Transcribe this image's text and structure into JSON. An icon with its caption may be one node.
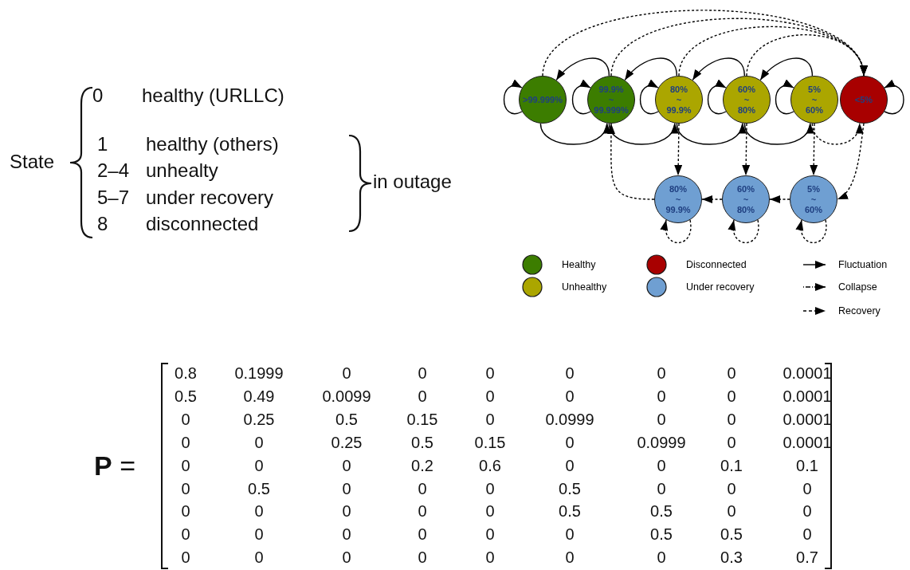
{
  "diagram": {
    "nodes": [
      {
        "text": [
          ">99.999%"
        ]
      },
      {
        "text": [
          "99.9% ~ 99.999%"
        ]
      },
      {
        "text": [
          "80% ~ 99.9%"
        ]
      },
      {
        "text": [
          "60% ~ 80%"
        ]
      },
      {
        "text": [
          "5% ~ 60%"
        ]
      },
      {
        "text": [
          "<5%"
        ]
      },
      {
        "text": [
          "80% ~ 99.9%"
        ]
      },
      {
        "text": [
          "60% ~ 80%"
        ]
      },
      {
        "text": [
          "5% ~ 60%"
        ]
      }
    ],
    "edges": [
      {
        "from": 0,
        "to": 0,
        "arrow": "to"
      },
      {
        "from": 1,
        "to": 1,
        "arrow": "to"
      },
      {
        "from": 2,
        "to": 2,
        "arrow": "to"
      },
      {
        "from": 3,
        "to": 3,
        "arrow": "to"
      },
      {
        "from": 4,
        "to": 4,
        "arrow": "to"
      },
      {
        "from": 5,
        "to": 5,
        "arrow": "to"
      },
      {
        "from": 1,
        "to": 0,
        "arrow": "to"
      },
      {
        "from": 2,
        "to": 1,
        "arrow": "to"
      },
      {
        "from": 3,
        "to": 2,
        "arrow": "to"
      },
      {
        "from": 4,
        "to": 3,
        "arrow": "to"
      },
      {
        "from": 0,
        "to": 1,
        "arrow": "to"
      },
      {
        "from": 1,
        "to": 2,
        "arrow": "to"
      },
      {
        "from": 2,
        "to": 3,
        "arrow": "to"
      },
      {
        "from": 3,
        "to": 4,
        "arrow": "to"
      },
      {
        "from": 0,
        "to": 5,
        "arrow": "to",
        "style": "dashed"
      },
      {
        "from": 1,
        "to": 5,
        "arrow": "to",
        "style": "dashed"
      },
      {
        "from": 2,
        "to": 5,
        "arrow": "to",
        "style": "dashed"
      },
      {
        "from": 3,
        "to": 5,
        "arrow": "to",
        "style": "dashed"
      },
      {
        "from": 4,
        "to": 5,
        "arrow": "to",
        "style": "dashed"
      },
      {
        "from": 2,
        "to": 6,
        "arrow": "to",
        "style": "dashed"
      },
      {
        "from": 3,
        "to": 7,
        "arrow": "to",
        "style": "dashed"
      },
      {
        "from": 4,
        "to": 8,
        "arrow": "to",
        "style": "dashed"
      },
      {
        "from": 5,
        "to": 8,
        "arrow": "to",
        "style": "dashed"
      },
      {
        "from": 8,
        "to": 7,
        "arrow": "to",
        "style": "dashed"
      },
      {
        "from": 7,
        "to": 6,
        "arrow": "to",
        "style": "dashed"
      },
      {
        "from": 6,
        "to": 1,
        "arrow": "to",
        "style": "dashed"
      },
      {
        "from": 6,
        "to": 6,
        "arrow": "to",
        "style": "dashed"
      },
      {
        "from": 7,
        "to": 7,
        "arrow": "to",
        "style": "dashed"
      },
      {
        "from": 8,
        "to": 8,
        "arrow": "to",
        "style": "dashed"
      }
    ],
    "labels": [
      "State",
      "0",
      "healthy (URLLC)",
      "1",
      "healthy (others)",
      "2–4",
      "unhealty",
      "in outage",
      "5–7",
      "under recovery",
      "8",
      "disconnected",
      "**P** =",
      "0.8",
      "0.1999",
      "0",
      "0",
      "0",
      "0",
      "0",
      "0",
      "0.0001",
      "0.5",
      "0.49",
      "0.0099",
      "0",
      "0",
      "0",
      "0",
      "0",
      "0.0001",
      "0",
      "0.25",
      "0.5",
      "0.15",
      "0",
      "0.0999",
      "0",
      "0",
      "0.0001",
      "0",
      "0",
      "0.25",
      "0.5",
      "0.15",
      "0",
      "0.0999",
      "0",
      "0.0001",
      "0",
      "0",
      "0",
      "0.2",
      "0.6",
      "0",
      "0",
      "0.1",
      "0.1",
      "0",
      "0.5",
      "0",
      "0",
      "0",
      "0.5",
      "0",
      "0",
      "0",
      "0",
      "0",
      "0",
      "0",
      "0",
      "0.5",
      "0.5",
      "0",
      "0",
      "0",
      "0",
      "0",
      "0",
      "0",
      "0",
      "0.5",
      "0.5",
      "0",
      "0",
      "0",
      "0",
      "0",
      "0",
      "0",
      "0",
      "0.3",
      "0.7"
    ],
    "legend": [
      {
        "text": "Healthy",
        "color": "#3c7d00"
      },
      {
        "text": "Unhealthy",
        "color": "#aba600"
      },
      {
        "text": "Disconnected",
        "color": "#a80000"
      },
      {
        "text": "Under recovery",
        "color": "#6f9fd2"
      },
      {
        "text": "Fluctuation"
      },
      {
        "text": "Collapse"
      },
      {
        "text": "Recovery"
      }
    ]
  }
}
